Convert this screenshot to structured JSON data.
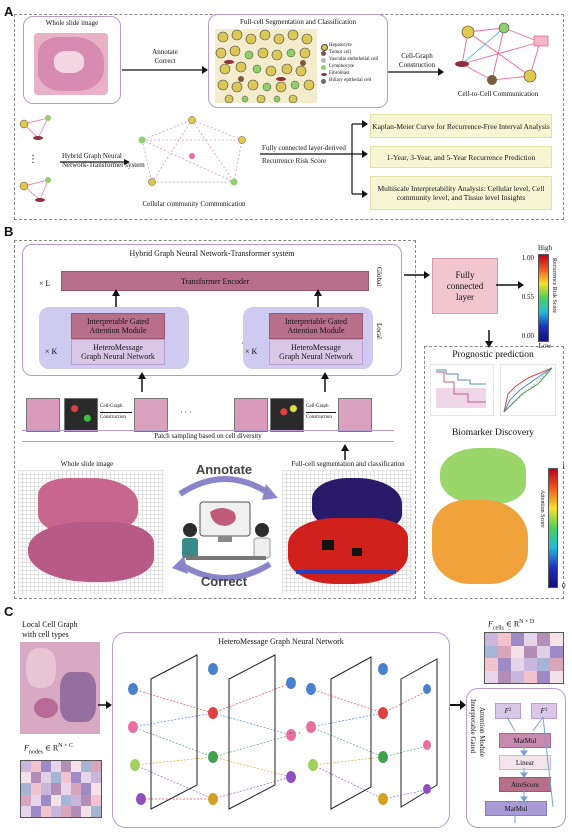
{
  "panels": {
    "a": "A",
    "b": "B",
    "c": "C"
  },
  "section_a": {
    "wsi_label": "Whole slide image",
    "annotate_correct": [
      "Annotate",
      "Correct"
    ],
    "segmentation_title": "Full-cell Segmentation and Classification",
    "cell_types": [
      "Hepatocyte",
      "Tumor cell",
      "Vascular endothelial cell",
      "Lymphocyte",
      "Fibroblast",
      "Biliary epithelial cell"
    ],
    "cell_type_colors": [
      "#e1c94b",
      "#7a5a3a",
      "#b9b8b0",
      "#8fd06a",
      "#8b2f3c",
      "#6b6b6b"
    ],
    "cell_graph_construction": [
      "Cell-Graph",
      "Construction"
    ],
    "cell_to_cell": "Cell-to-Cell Communication",
    "hybrid_label": [
      "Hybrid Graph Neural",
      "Network-Transformer system"
    ],
    "community_label": "Cellular community Communication",
    "fc_label": [
      "Fully connected layer-derived",
      "Recurrence Risk Score"
    ],
    "outputs": [
      "Kaplan-Meier Curve for Recurrence-Free Interval Analysis",
      "1-Year, 3-Year, and 5-Year Recurrence Prediction",
      "Multiscale Interpretability Analysis: Cellular level, Cell community level, and Tissue level Insights"
    ]
  },
  "section_b": {
    "system_title": "Hybrid Graph Neural Network-Transformer system",
    "transformer": "Transformer Encoder",
    "times_l": "× L",
    "times_k": "× K",
    "attention": [
      "Interpretable Gated",
      "Attention Module"
    ],
    "heteromessage": [
      "HeteroMessage",
      "Graph Neural Network"
    ],
    "global_label": "Global",
    "local_label": "Local",
    "ellipsis": "· · ·",
    "cell_graph_construction": [
      "Cell-Graph",
      "Construction"
    ],
    "patch_sampling": "Patch sampling based on cell diversity",
    "wsi_label": "Whole slide image",
    "annotate": "Annotate",
    "correct": "Correct",
    "segmentation_label": "Full-cell segmentation and classification",
    "fc_layer": [
      "Fully",
      "connected",
      "layer"
    ],
    "risk_colorbar": {
      "high": "High",
      "low": "Low",
      "ticks": [
        "1.00",
        "0.55",
        "0.00"
      ],
      "title": "Recurrence Risk Score"
    },
    "prognostic": "Prognostic prediction",
    "biomarker": "Biomarker Discovery",
    "attention_colorbar": {
      "ticks": [
        "1",
        "0"
      ],
      "title": "Attention Score"
    },
    "colors": {
      "mauve": "#b8708a",
      "lavender": "#d8c7e6",
      "fc_pink": "#f1c6cf"
    }
  },
  "section_c": {
    "local_graph": [
      "Local Cell Graph",
      "with cell types"
    ],
    "f_nodes": "F",
    "f_nodes_sub": "nodes",
    "f_nodes_dim": "∈ R",
    "f_nodes_sup": "N × C",
    "gnn_title": "HeteroMessage Graph Neural Network",
    "ellipsis": "· · ·",
    "f_cells": "F",
    "f_cells_sub": "cells",
    "f_cells_dim": "∈ R",
    "f_cells_sup": "N × D",
    "attention_vertical": [
      "Interpretable Gated",
      "Attention Module"
    ],
    "module_items": [
      "F",
      "F",
      "MatMul",
      "Linear",
      "AtteScore",
      "MatMul"
    ],
    "module_sups": [
      "2",
      "1"
    ]
  }
}
